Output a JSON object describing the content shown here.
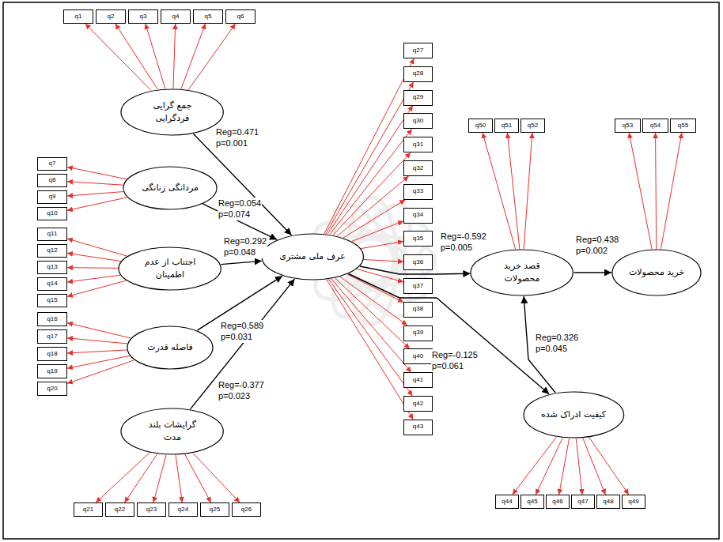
{
  "diagram": {
    "nodes": [
      {
        "text": [
          "q1"
        ]
      },
      {
        "text": [
          "q2"
        ]
      },
      {
        "text": [
          "q3"
        ]
      },
      {
        "text": [
          "q4"
        ]
      },
      {
        "text": [
          "q5"
        ]
      },
      {
        "text": [
          "q6"
        ]
      },
      {
        "text": [
          "جمع گرایی فردگرایی"
        ]
      },
      {
        "text": [
          "q7"
        ]
      },
      {
        "text": [
          "q8"
        ]
      },
      {
        "text": [
          "q9"
        ]
      },
      {
        "text": [
          "q10"
        ]
      },
      {
        "text": [
          "مردانگی زنانگی"
        ]
      },
      {
        "text": [
          "q11"
        ]
      },
      {
        "text": [
          "q12"
        ]
      },
      {
        "text": [
          "q13"
        ]
      },
      {
        "text": [
          "q14"
        ]
      },
      {
        "text": [
          "q15"
        ]
      },
      {
        "text": [
          "اجتناب از عدم اطمینان"
        ]
      },
      {
        "text": [
          "q16"
        ]
      },
      {
        "text": [
          "q17"
        ]
      },
      {
        "text": [
          "q18"
        ]
      },
      {
        "text": [
          "q19"
        ]
      },
      {
        "text": [
          "q20"
        ]
      },
      {
        "text": [
          "فاصله قدرت"
        ]
      },
      {
        "text": [
          "گرایشات بلند مدت"
        ]
      },
      {
        "text": [
          "q21"
        ]
      },
      {
        "text": [
          "q22"
        ]
      },
      {
        "text": [
          "q23"
        ]
      },
      {
        "text": [
          "q24"
        ]
      },
      {
        "text": [
          "q25"
        ]
      },
      {
        "text": [
          "q26"
        ]
      },
      {
        "text": [
          "عرف ملی مشتری"
        ]
      },
      {
        "text": [
          "q27"
        ]
      },
      {
        "text": [
          "q28"
        ]
      },
      {
        "text": [
          "q29"
        ]
      },
      {
        "text": [
          "q30"
        ]
      },
      {
        "text": [
          "q31"
        ]
      },
      {
        "text": [
          "q32"
        ]
      },
      {
        "text": [
          "q33"
        ]
      },
      {
        "text": [
          "q34"
        ]
      },
      {
        "text": [
          "q35"
        ]
      },
      {
        "text": [
          "q36"
        ]
      },
      {
        "text": [
          "q37"
        ]
      },
      {
        "text": [
          "q38"
        ]
      },
      {
        "text": [
          "q39"
        ]
      },
      {
        "text": [
          "q40"
        ]
      },
      {
        "text": [
          "q41"
        ]
      },
      {
        "text": [
          "q42"
        ]
      },
      {
        "text": [
          "q43"
        ]
      },
      {
        "text": [
          "q50"
        ]
      },
      {
        "text": [
          "q51"
        ]
      },
      {
        "text": [
          "q52"
        ]
      },
      {
        "text": [
          "قصد خرید محصولات"
        ]
      },
      {
        "text": [
          "q53"
        ]
      },
      {
        "text": [
          "q54"
        ]
      },
      {
        "text": [
          "q55"
        ]
      },
      {
        "text": [
          "خرید محصولات"
        ]
      },
      {
        "text": [
          "کیفیت ادراک شده"
        ]
      },
      {
        "text": [
          "q44"
        ]
      },
      {
        "text": [
          "q45"
        ]
      },
      {
        "text": [
          "q46"
        ]
      },
      {
        "text": [
          "q47"
        ]
      },
      {
        "text": [
          "q48"
        ]
      },
      {
        "text": [
          "q49"
        ]
      }
    ],
    "edges": [
      {
        "from": 6,
        "to": 0,
        "arrow": "to"
      },
      {
        "from": 6,
        "to": 1,
        "arrow": "to"
      },
      {
        "from": 6,
        "to": 2,
        "arrow": "to"
      },
      {
        "from": 6,
        "to": 3,
        "arrow": "to"
      },
      {
        "from": 6,
        "to": 4,
        "arrow": "to"
      },
      {
        "from": 6,
        "to": 5,
        "arrow": "to"
      },
      {
        "from": 11,
        "to": 7,
        "arrow": "to"
      },
      {
        "from": 11,
        "to": 8,
        "arrow": "to"
      },
      {
        "from": 11,
        "to": 9,
        "arrow": "to"
      },
      {
        "from": 11,
        "to": 10,
        "arrow": "to"
      },
      {
        "from": 17,
        "to": 12,
        "arrow": "to"
      },
      {
        "from": 17,
        "to": 13,
        "arrow": "to"
      },
      {
        "from": 17,
        "to": 14,
        "arrow": "to"
      },
      {
        "from": 17,
        "to": 15,
        "arrow": "to"
      },
      {
        "from": 17,
        "to": 16,
        "arrow": "to"
      },
      {
        "from": 23,
        "to": 18,
        "arrow": "to"
      },
      {
        "from": 23,
        "to": 19,
        "arrow": "to"
      },
      {
        "from": 23,
        "to": 20,
        "arrow": "to"
      },
      {
        "from": 23,
        "to": 21,
        "arrow": "to"
      },
      {
        "from": 23,
        "to": 22,
        "arrow": "to"
      },
      {
        "from": 24,
        "to": 25,
        "arrow": "to"
      },
      {
        "from": 24,
        "to": 26,
        "arrow": "to"
      },
      {
        "from": 24,
        "to": 27,
        "arrow": "to"
      },
      {
        "from": 24,
        "to": 28,
        "arrow": "to"
      },
      {
        "from": 24,
        "to": 29,
        "arrow": "to"
      },
      {
        "from": 24,
        "to": 30,
        "arrow": "to"
      },
      {
        "from": 31,
        "to": 32,
        "arrow": "to"
      },
      {
        "from": 31,
        "to": 33,
        "arrow": "to"
      },
      {
        "from": 31,
        "to": 34,
        "arrow": "to"
      },
      {
        "from": 31,
        "to": 35,
        "arrow": "to"
      },
      {
        "from": 31,
        "to": 36,
        "arrow": "to"
      },
      {
        "from": 31,
        "to": 37,
        "arrow": "to"
      },
      {
        "from": 31,
        "to": 38,
        "arrow": "to"
      },
      {
        "from": 31,
        "to": 39,
        "arrow": "to"
      },
      {
        "from": 31,
        "to": 40,
        "arrow": "to"
      },
      {
        "from": 31,
        "to": 41,
        "arrow": "to"
      },
      {
        "from": 31,
        "to": 42,
        "arrow": "to"
      },
      {
        "from": 31,
        "to": 43,
        "arrow": "to"
      },
      {
        "from": 31,
        "to": 44,
        "arrow": "to"
      },
      {
        "from": 31,
        "to": 45,
        "arrow": "to"
      },
      {
        "from": 31,
        "to": 46,
        "arrow": "to"
      },
      {
        "from": 31,
        "to": 47,
        "arrow": "to"
      },
      {
        "from": 31,
        "to": 48,
        "arrow": "to"
      },
      {
        "from": 52,
        "to": 49,
        "arrow": "to"
      },
      {
        "from": 52,
        "to": 50,
        "arrow": "to"
      },
      {
        "from": 52,
        "to": 51,
        "arrow": "to"
      },
      {
        "from": 56,
        "to": 53,
        "arrow": "to"
      },
      {
        "from": 56,
        "to": 54,
        "arrow": "to"
      },
      {
        "from": 56,
        "to": 55,
        "arrow": "to"
      },
      {
        "from": 57,
        "to": 58,
        "arrow": "to"
      },
      {
        "from": 57,
        "to": 59,
        "arrow": "to"
      },
      {
        "from": 57,
        "to": 60,
        "arrow": "to"
      },
      {
        "from": 57,
        "to": 61,
        "arrow": "to"
      },
      {
        "from": 57,
        "to": 62,
        "arrow": "to"
      },
      {
        "from": 57,
        "to": 63,
        "arrow": "to"
      },
      {
        "from": 6,
        "to": 31,
        "arrow": "to",
        "label": "Reg=0.471 p=0.001"
      },
      {
        "from": 11,
        "to": 31,
        "arrow": "to",
        "label": "Reg=0.054 p=0.074"
      },
      {
        "from": 17,
        "to": 31,
        "arrow": "to",
        "label": "Reg=0.292 p=0.048"
      },
      {
        "from": 23,
        "to": 31,
        "arrow": "to",
        "label": "Reg=0.589 p=0.031"
      },
      {
        "from": 24,
        "to": 31,
        "arrow": "to",
        "label": "Reg=-0.377 p=0.023"
      },
      {
        "from": 31,
        "to": 52,
        "arrow": "to",
        "label": "Reg=-0.592 p=0.005"
      },
      {
        "from": 52,
        "to": 56,
        "arrow": "to",
        "label": "Reg=0.438 p=0.002"
      },
      {
        "from": 31,
        "to": 57,
        "arrow": "to",
        "label": "Reg=-0.125 p=0.061"
      },
      {
        "from": 57,
        "to": 52,
        "arrow": "to",
        "label": "Reg=0.326 p=0.045"
      }
    ]
  }
}
